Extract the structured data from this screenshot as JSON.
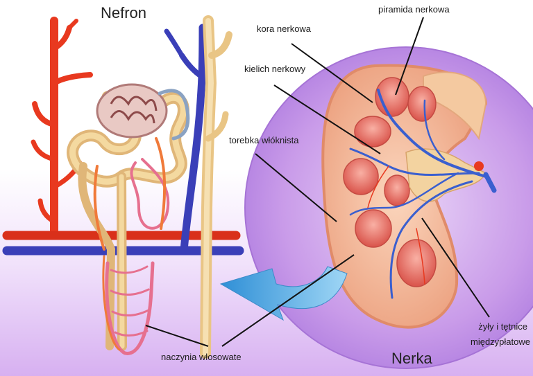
{
  "titles": {
    "left": "Nefron",
    "right": "Nerka"
  },
  "labels": {
    "cortex": "kora nerkowa",
    "pyramid": "piramida nerkowa",
    "calyx": "kielich nerkowy",
    "capsule": "torebka włóknista",
    "vessels_line1": "żyły i tętnice",
    "vessels_line2": "międzypłatowe",
    "capillaries": "naczynia włosowate"
  },
  "colors": {
    "artery": "#e8391f",
    "vein": "#3a3fb8",
    "tubule": "#f0cf8a",
    "loop": "#e6708f",
    "kidney_tissue": "#f1a987",
    "pyramid_fill": "#e97064",
    "circle_fill": "#c79ae8",
    "arrow": "#4aa6e0"
  }
}
